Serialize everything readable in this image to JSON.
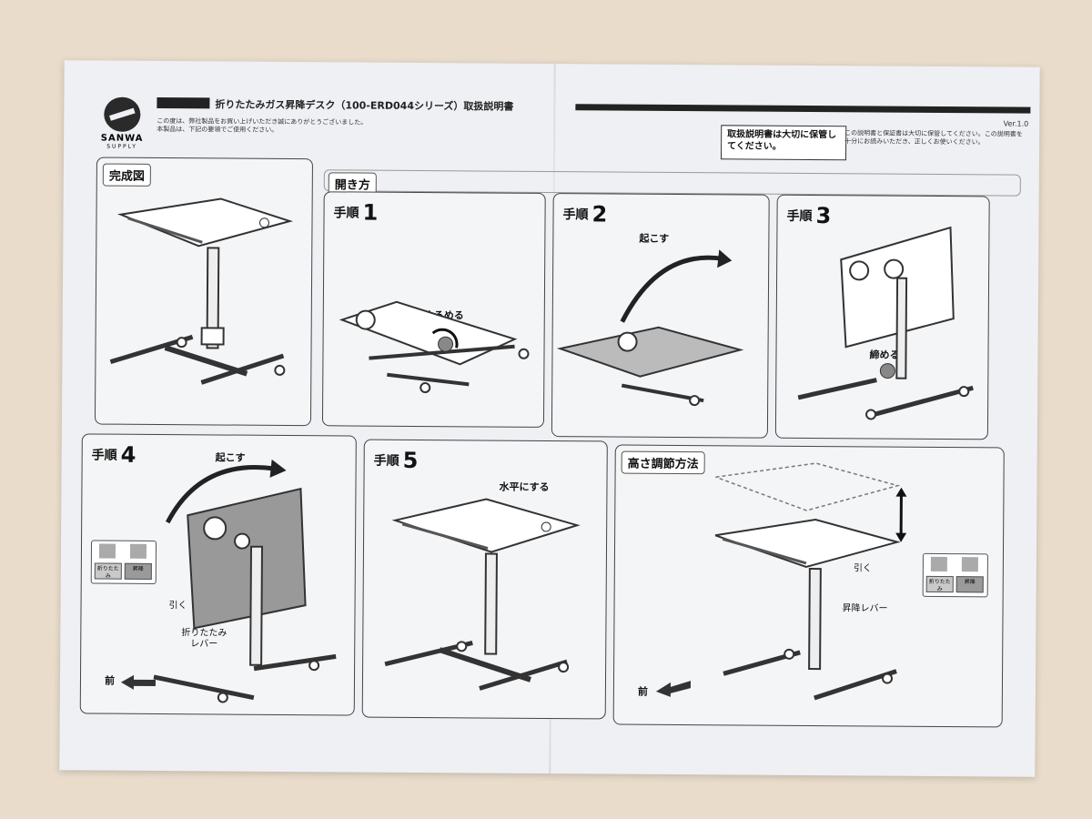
{
  "header": {
    "brand": "SANWA",
    "brand_sub": "SUPPLY",
    "title": "折りたたみガス昇降デスク（100-ERD044シリーズ）取扱説明書",
    "intro_1": "この度は、弊社製品をお買い上げいただき誠にありがとうございました。",
    "intro_2": "本製品は、下記の要領でご使用ください。",
    "version": "Ver.1.0",
    "keep_notice": "取扱説明書は大切に保管してください。",
    "keep_note": "この説明書と保証書は大切に保管してください。この説明書を十分にお読みいただき、正しくお使いください。"
  },
  "sections": {
    "complete": "完成図",
    "open": "開き方",
    "height": "高さ調節方法"
  },
  "steps": {
    "prefix": "手順",
    "s1": "1",
    "s2": "2",
    "s3": "3",
    "s4": "4",
    "s5": "5"
  },
  "labels": {
    "loosen": "ゆるめる",
    "raise": "起こす",
    "tighten": "締める",
    "pull": "引く",
    "fold_lever_1": "折りたたみ",
    "fold_lever_2": "レバー",
    "horizontal": "水平にする",
    "lift_lever": "昇降レバー",
    "front": "前",
    "key_fold": "折りたたみ",
    "key_lift": "昇降"
  }
}
